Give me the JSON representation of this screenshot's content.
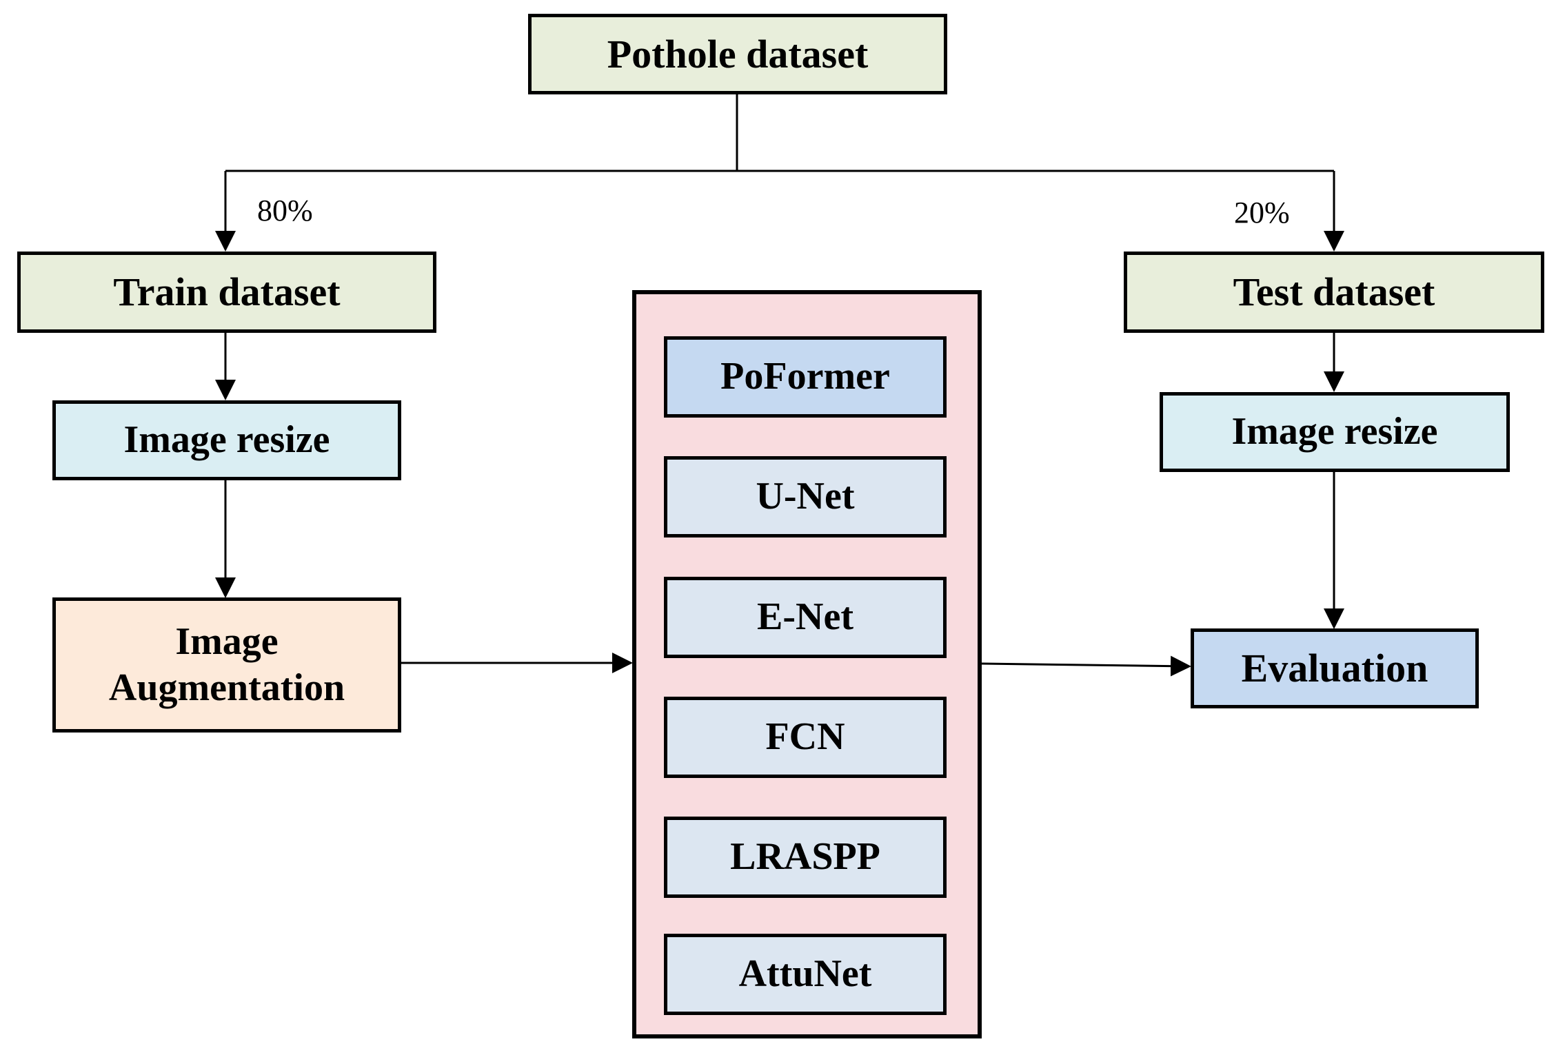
{
  "nodes": {
    "pothole": {
      "label": "Pothole dataset",
      "fill": "#E8EEDB"
    },
    "train": {
      "label": "Train dataset",
      "fill": "#E8EEDB"
    },
    "test": {
      "label": "Test dataset",
      "fill": "#E8EEDB"
    },
    "resize_left": {
      "label": "Image resize",
      "fill": "#DAEEF3"
    },
    "resize_right": {
      "label": "Image resize",
      "fill": "#DAEEF3"
    },
    "augmentation": {
      "line1": "Image",
      "line2": "Augmentation",
      "fill": "#FDEADA"
    },
    "evaluation": {
      "label": "Evaluation",
      "fill": "#C5D9F1"
    }
  },
  "split": {
    "train_pct": "80%",
    "test_pct": "20%"
  },
  "models": {
    "container_fill": "#F9DCDF",
    "items": [
      {
        "label": "PoFormer",
        "fill": "#C5D9F1"
      },
      {
        "label": "U-Net",
        "fill": "#DCE6F1"
      },
      {
        "label": "E-Net",
        "fill": "#DCE6F1"
      },
      {
        "label": "FCN",
        "fill": "#DCE6F1"
      },
      {
        "label": "LRASPP",
        "fill": "#DCE6F1"
      },
      {
        "label": "AttuNet",
        "fill": "#DCE6F1"
      }
    ]
  }
}
